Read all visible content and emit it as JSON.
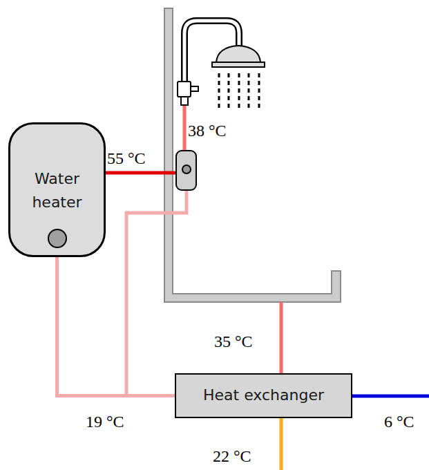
{
  "diagram": {
    "nodes": [
      {
        "text": [
          "Water heater"
        ]
      },
      {
        "text": [
          "Heat exchanger"
        ]
      }
    ],
    "edges": [
      {
        "from": 0,
        "to": 1,
        "arrow": "none"
      }
    ],
    "labels": [
      "55 °C",
      "38 °C",
      "35 °C",
      "19 °C",
      "6 °C",
      "22 °C"
    ]
  }
}
